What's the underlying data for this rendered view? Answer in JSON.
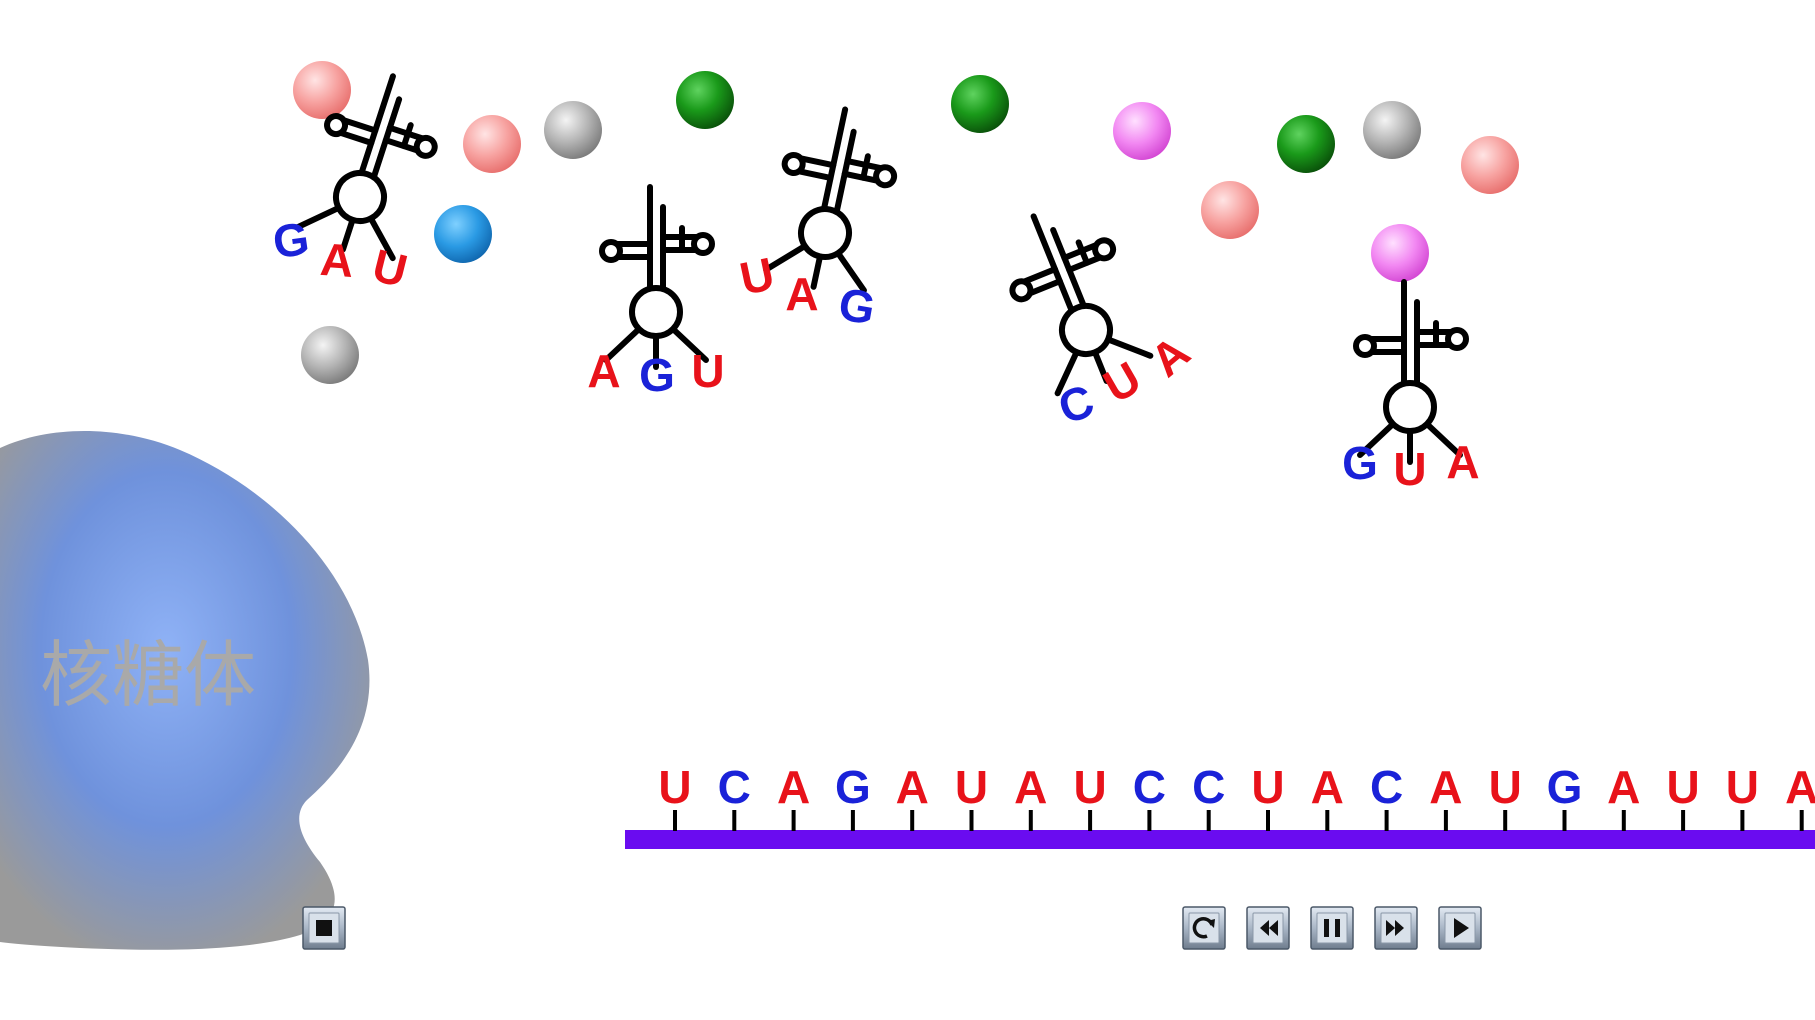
{
  "ribosome": {
    "label": "核糖体"
  },
  "colors": {
    "red_base": "#e8121a",
    "blue_base": "#1a22d8",
    "mrna_strand": "#6a0cf0",
    "ribosome_center": "#8fb2f6",
    "ribosome_edge": "#a0a0a0",
    "trna_stroke": "#000000"
  },
  "trnas": [
    {
      "name": "trna-gau",
      "anticodon": [
        {
          "b": "G",
          "c": "blue"
        },
        {
          "b": "A",
          "c": "red"
        },
        {
          "b": "U",
          "c": "red"
        }
      ]
    },
    {
      "name": "trna-agu",
      "anticodon": [
        {
          "b": "A",
          "c": "red"
        },
        {
          "b": "G",
          "c": "blue"
        },
        {
          "b": "U",
          "c": "red"
        }
      ]
    },
    {
      "name": "trna-uag",
      "anticodon": [
        {
          "b": "U",
          "c": "red"
        },
        {
          "b": "A",
          "c": "red"
        },
        {
          "b": "G",
          "c": "blue"
        }
      ]
    },
    {
      "name": "trna-cua",
      "anticodon": [
        {
          "b": "C",
          "c": "blue"
        },
        {
          "b": "U",
          "c": "red"
        },
        {
          "b": "A",
          "c": "red"
        }
      ]
    },
    {
      "name": "trna-gua",
      "anticodon": [
        {
          "b": "G",
          "c": "blue"
        },
        {
          "b": "U",
          "c": "red"
        },
        {
          "b": "A",
          "c": "red"
        }
      ]
    }
  ],
  "amino_acids": [
    {
      "color": "pink"
    },
    {
      "color": "pink"
    },
    {
      "color": "gray"
    },
    {
      "color": "green"
    },
    {
      "color": "blue"
    },
    {
      "color": "gray"
    },
    {
      "color": "green"
    },
    {
      "color": "magenta"
    },
    {
      "color": "green"
    },
    {
      "color": "gray"
    },
    {
      "color": "pink"
    },
    {
      "color": "pink"
    },
    {
      "color": "magenta"
    }
  ],
  "mrna": {
    "sequence": [
      {
        "b": "U",
        "c": "red"
      },
      {
        "b": "C",
        "c": "blue"
      },
      {
        "b": "A",
        "c": "red"
      },
      {
        "b": "G",
        "c": "blue"
      },
      {
        "b": "A",
        "c": "red"
      },
      {
        "b": "U",
        "c": "red"
      },
      {
        "b": "A",
        "c": "red"
      },
      {
        "b": "U",
        "c": "red"
      },
      {
        "b": "C",
        "c": "blue"
      },
      {
        "b": "C",
        "c": "blue"
      },
      {
        "b": "U",
        "c": "red"
      },
      {
        "b": "A",
        "c": "red"
      },
      {
        "b": "C",
        "c": "blue"
      },
      {
        "b": "A",
        "c": "red"
      },
      {
        "b": "U",
        "c": "red"
      },
      {
        "b": "G",
        "c": "blue"
      },
      {
        "b": "A",
        "c": "red"
      },
      {
        "b": "U",
        "c": "red"
      },
      {
        "b": "U",
        "c": "red"
      },
      {
        "b": "A",
        "c": "red"
      }
    ]
  },
  "controls": [
    {
      "name": "stop-button",
      "icon": "stop-icon"
    },
    {
      "name": "replay-button",
      "icon": "replay-icon"
    },
    {
      "name": "rewind-button",
      "icon": "rewind-icon"
    },
    {
      "name": "pause-button",
      "icon": "pause-icon"
    },
    {
      "name": "fast-forward-button",
      "icon": "fast-forward-icon"
    },
    {
      "name": "play-button",
      "icon": "play-icon"
    }
  ]
}
